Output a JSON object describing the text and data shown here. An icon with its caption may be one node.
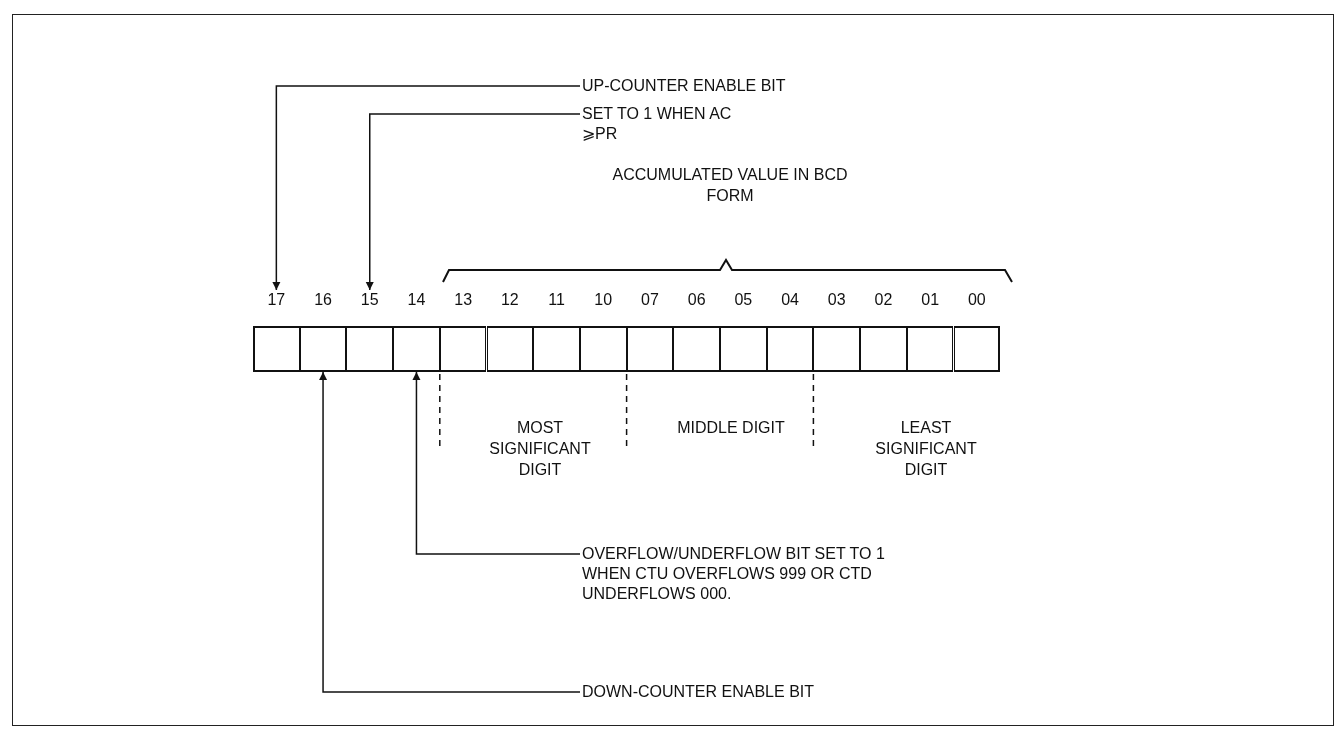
{
  "diagram": {
    "nodes": [
      {
        "text": [
          "UP-COUNTER ENABLE BIT"
        ]
      },
      {
        "text": [
          "SET TO 1 WHEN AC ⩾PR"
        ]
      },
      {
        "text": [
          "17"
        ]
      },
      {
        "text": [
          "16"
        ]
      },
      {
        "text": [
          "15"
        ]
      },
      {
        "text": [
          "14"
        ]
      },
      {
        "text": [
          "13"
        ]
      },
      {
        "text": [
          "12"
        ]
      },
      {
        "text": [
          "11"
        ]
      },
      {
        "text": [
          "10"
        ]
      },
      {
        "text": [
          "07"
        ]
      },
      {
        "text": [
          "06"
        ]
      },
      {
        "text": [
          "05"
        ]
      },
      {
        "text": [
          "04"
        ]
      },
      {
        "text": [
          "03"
        ]
      },
      {
        "text": [
          "02"
        ]
      },
      {
        "text": [
          "01"
        ]
      },
      {
        "text": [
          "00"
        ]
      },
      {
        "text": [
          "OVERFLOW/UNDERFLOW BIT SET TO 1 WHEN CTU OVERFLOWS 999 OR CTD UNDERFLOWS 000."
        ]
      },
      {
        "text": [
          "DOWN-COUNTER ENABLE BIT"
        ]
      }
    ],
    "edges": [
      {
        "from": 0,
        "to": 2,
        "arrow": "to"
      },
      {
        "from": 1,
        "to": 4,
        "arrow": "to"
      },
      {
        "from": 18,
        "to": 5,
        "arrow": "to"
      },
      {
        "from": 19,
        "to": 3,
        "arrow": "to"
      }
    ],
    "labels": [
      "ACCUMULATED VALUE IN BCD FORM",
      "MOST SIGNIFICANT DIGIT",
      "MIDDLE DIGIT",
      "LEAST SIGNIFICANT DIGIT"
    ]
  }
}
